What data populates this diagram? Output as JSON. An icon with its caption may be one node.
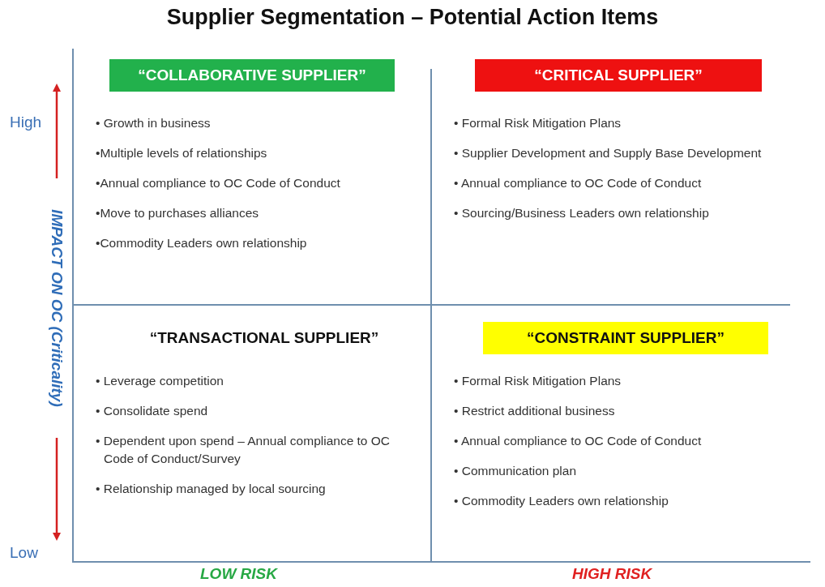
{
  "diagram": {
    "title": "Supplier Segmentation – Potential Action Items",
    "nodes": [
      {
        "text": [
          "“COLLABORATIVE SUPPLIER”"
        ],
        "beside": [
          "• Growth in business",
          "•Multiple levels of relationships",
          "•Annual compliance to OC Code of Conduct",
          "•Move to purchases alliances",
          "•Commodity Leaders own relationship"
        ]
      },
      {
        "text": [
          "“CRITICAL SUPPLIER”"
        ],
        "beside": [
          "• Formal Risk Mitigation Plans",
          "• Supplier Development and Supply Base Development",
          "• Annual compliance to OC Code of Conduct",
          "• Sourcing/Business Leaders own relationship"
        ]
      },
      {
        "text": [
          "“TRANSACTIONAL SUPPLIER”"
        ],
        "beside": [
          "• Leverage competition",
          "• Consolidate spend",
          "• Dependent upon spend – Annual compliance to OC Code of Conduct/Survey",
          "• Relationship managed by local sourcing"
        ]
      },
      {
        "text": [
          "“CONSTRAINT SUPPLIER”"
        ],
        "beside": [
          "• Formal Risk Mitigation Plans",
          "• Restrict additional business",
          "• Annual compliance to OC Code of Conduct",
          "• Communication plan",
          "• Commodity Leaders own relationship"
        ]
      }
    ],
    "edges": [],
    "labels": [
      "High",
      "IMPACT ON OC (Criticality)",
      "Low",
      "LOW RISK",
      "HIGH RISK"
    ]
  }
}
